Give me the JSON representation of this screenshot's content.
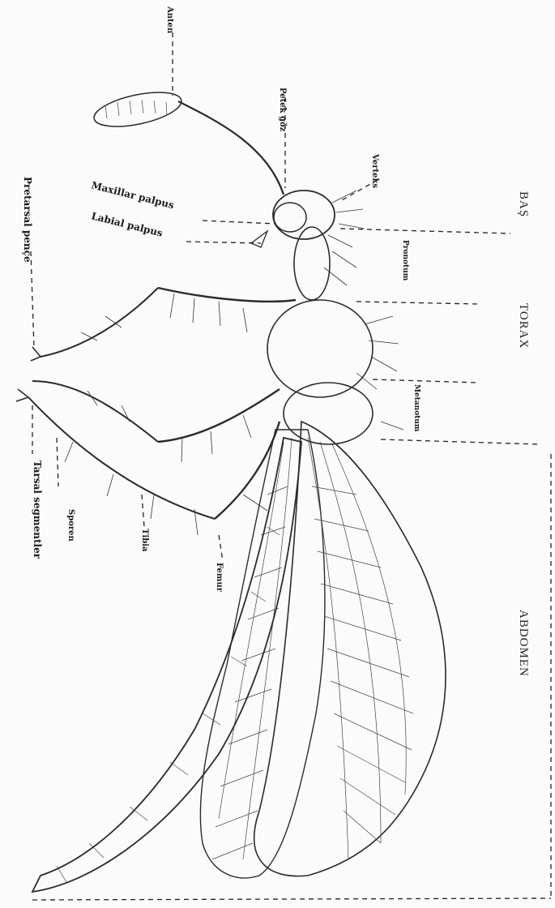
{
  "labels": {
    "anten": "Anten",
    "petek_goz": "Petek göz",
    "verteks": "Verteks",
    "maxillar_palpus": "Maxillar palpus",
    "labial_palpus": "Labial palpus",
    "pretarsal_pence": "Pretarsal pençe",
    "protorax": "Pronotum",
    "metanotum": "Metanotum",
    "sporen": "Sporen",
    "tarsal_segmentler": "Tarsal segmentler",
    "tibia": "Tibia",
    "femur": "Femur"
  },
  "regions": {
    "bas": "BAŞ",
    "torax": "TORAX",
    "abdomen": "ABDOMEN"
  },
  "colors": {
    "ink": "#2b2b2b",
    "paper": "#fbfbfb"
  }
}
